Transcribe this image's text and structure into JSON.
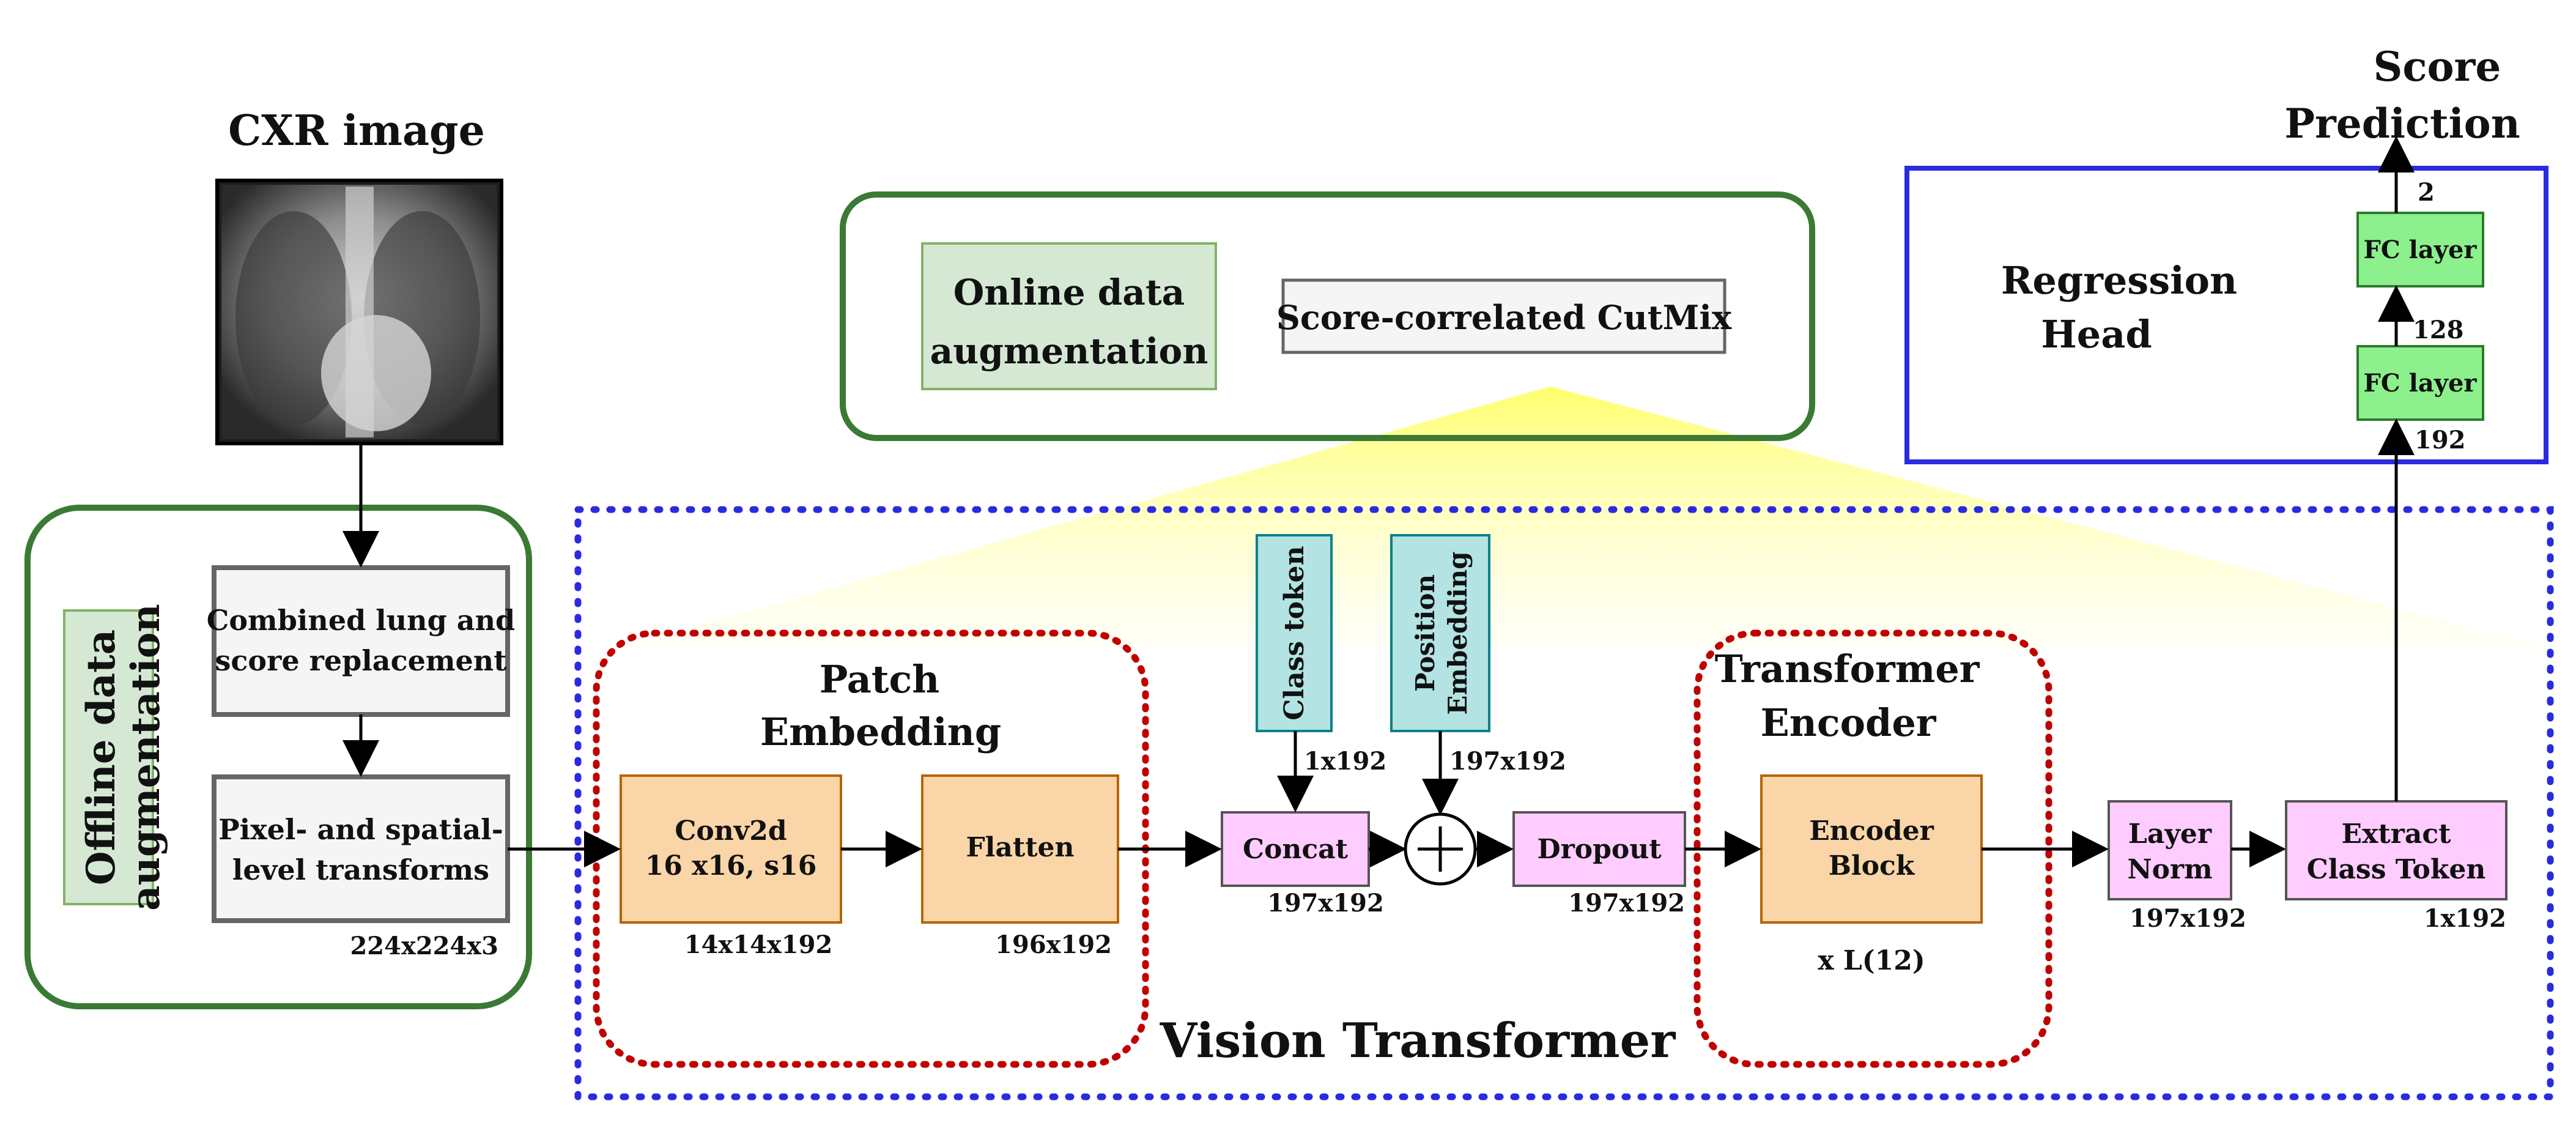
{
  "input": {
    "title": "CXR image"
  },
  "offline": {
    "label_line1": "Offline data",
    "label_line2": "augmentation",
    "step1_line1": "Combined lung and",
    "step1_line2": "score replacement",
    "step2_line1": "Pixel- and spatial-",
    "step2_line2": "level transforms",
    "output_dim": "224x224x3"
  },
  "online": {
    "label_line1": "Online data",
    "label_line2": "augmentation",
    "method": "Score-correlated CutMix"
  },
  "patch_embedding": {
    "title_line1": "Patch",
    "title_line2": "Embedding",
    "conv_line1": "Conv2d",
    "conv_line2": "16 x16, s16",
    "conv_dim": "14x14x192",
    "flatten": "Flatten",
    "flatten_dim": "196x192"
  },
  "tokens": {
    "class_token": "Class token",
    "class_token_dim": "1x192",
    "position_line1": "Position",
    "position_line2": "Embedding",
    "position_dim": "197x192",
    "concat": "Concat",
    "concat_dim": "197x192",
    "dropout": "Dropout",
    "dropout_dim": "197x192"
  },
  "encoder": {
    "title_line1": "Transformer",
    "title_line2": "Encoder",
    "block_line1": "Encoder",
    "block_line2": "Block",
    "repeat": "x L(12)"
  },
  "post": {
    "layernorm_line1": "Layer",
    "layernorm_line2": "Norm",
    "layernorm_dim": "197x192",
    "extract_line1": "Extract",
    "extract_line2": "Class Token",
    "extract_dim": "1x192"
  },
  "vit_label": "Vision Transformer",
  "head": {
    "title_line1": "Regression",
    "title_line2": "Head",
    "fc1": "FC layer",
    "fc2": "FC layer",
    "in_dim": "192",
    "mid_dim": "128",
    "out_dim": "2"
  },
  "prediction": {
    "line1": "Score",
    "line2": "Prediction"
  },
  "colors": {
    "green_border": "#3a7a34",
    "light_green_fill": "#d5e8d4",
    "blue_border": "#2a2ae0",
    "red_dotted": "#c00000",
    "orange_fill": "#f9d5a8",
    "pink_fill": "#ffccff",
    "cyan_fill": "#b3e3e3",
    "fc_green_fill": "#8cf08c",
    "prediction_red": "#ff0000",
    "vit_blue": "#1a1aee"
  }
}
